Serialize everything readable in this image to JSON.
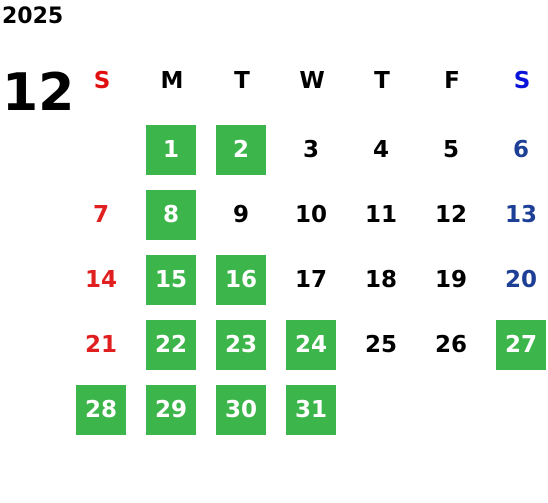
{
  "year": "2025",
  "month": "12",
  "weekdays": [
    "S",
    "M",
    "T",
    "W",
    "T",
    "F",
    "S"
  ],
  "colors": {
    "highlight": "#3cb54a",
    "sunday": "#e02020",
    "saturday": "#1e3f96",
    "sunday_header": "#e01010",
    "saturday_header": "#0a14d8"
  },
  "days": [
    {
      "label": "1",
      "highlighted": true
    },
    {
      "label": "2",
      "highlighted": true
    },
    {
      "label": "3",
      "highlighted": false
    },
    {
      "label": "4",
      "highlighted": false
    },
    {
      "label": "5",
      "highlighted": false
    },
    {
      "label": "6",
      "highlighted": false
    },
    {
      "label": "7",
      "highlighted": false
    },
    {
      "label": "8",
      "highlighted": true
    },
    {
      "label": "9",
      "highlighted": false
    },
    {
      "label": "10",
      "highlighted": false
    },
    {
      "label": "11",
      "highlighted": false
    },
    {
      "label": "12",
      "highlighted": false
    },
    {
      "label": "13",
      "highlighted": false
    },
    {
      "label": "14",
      "highlighted": false
    },
    {
      "label": "15",
      "highlighted": true
    },
    {
      "label": "16",
      "highlighted": true
    },
    {
      "label": "17",
      "highlighted": false
    },
    {
      "label": "18",
      "highlighted": false
    },
    {
      "label": "19",
      "highlighted": false
    },
    {
      "label": "20",
      "highlighted": false
    },
    {
      "label": "21",
      "highlighted": false
    },
    {
      "label": "22",
      "highlighted": true
    },
    {
      "label": "23",
      "highlighted": true
    },
    {
      "label": "24",
      "highlighted": true
    },
    {
      "label": "25",
      "highlighted": false
    },
    {
      "label": "26",
      "highlighted": false
    },
    {
      "label": "27",
      "highlighted": true
    },
    {
      "label": "28",
      "highlighted": true
    },
    {
      "label": "29",
      "highlighted": true
    },
    {
      "label": "30",
      "highlighted": true
    },
    {
      "label": "31",
      "highlighted": true
    }
  ]
}
